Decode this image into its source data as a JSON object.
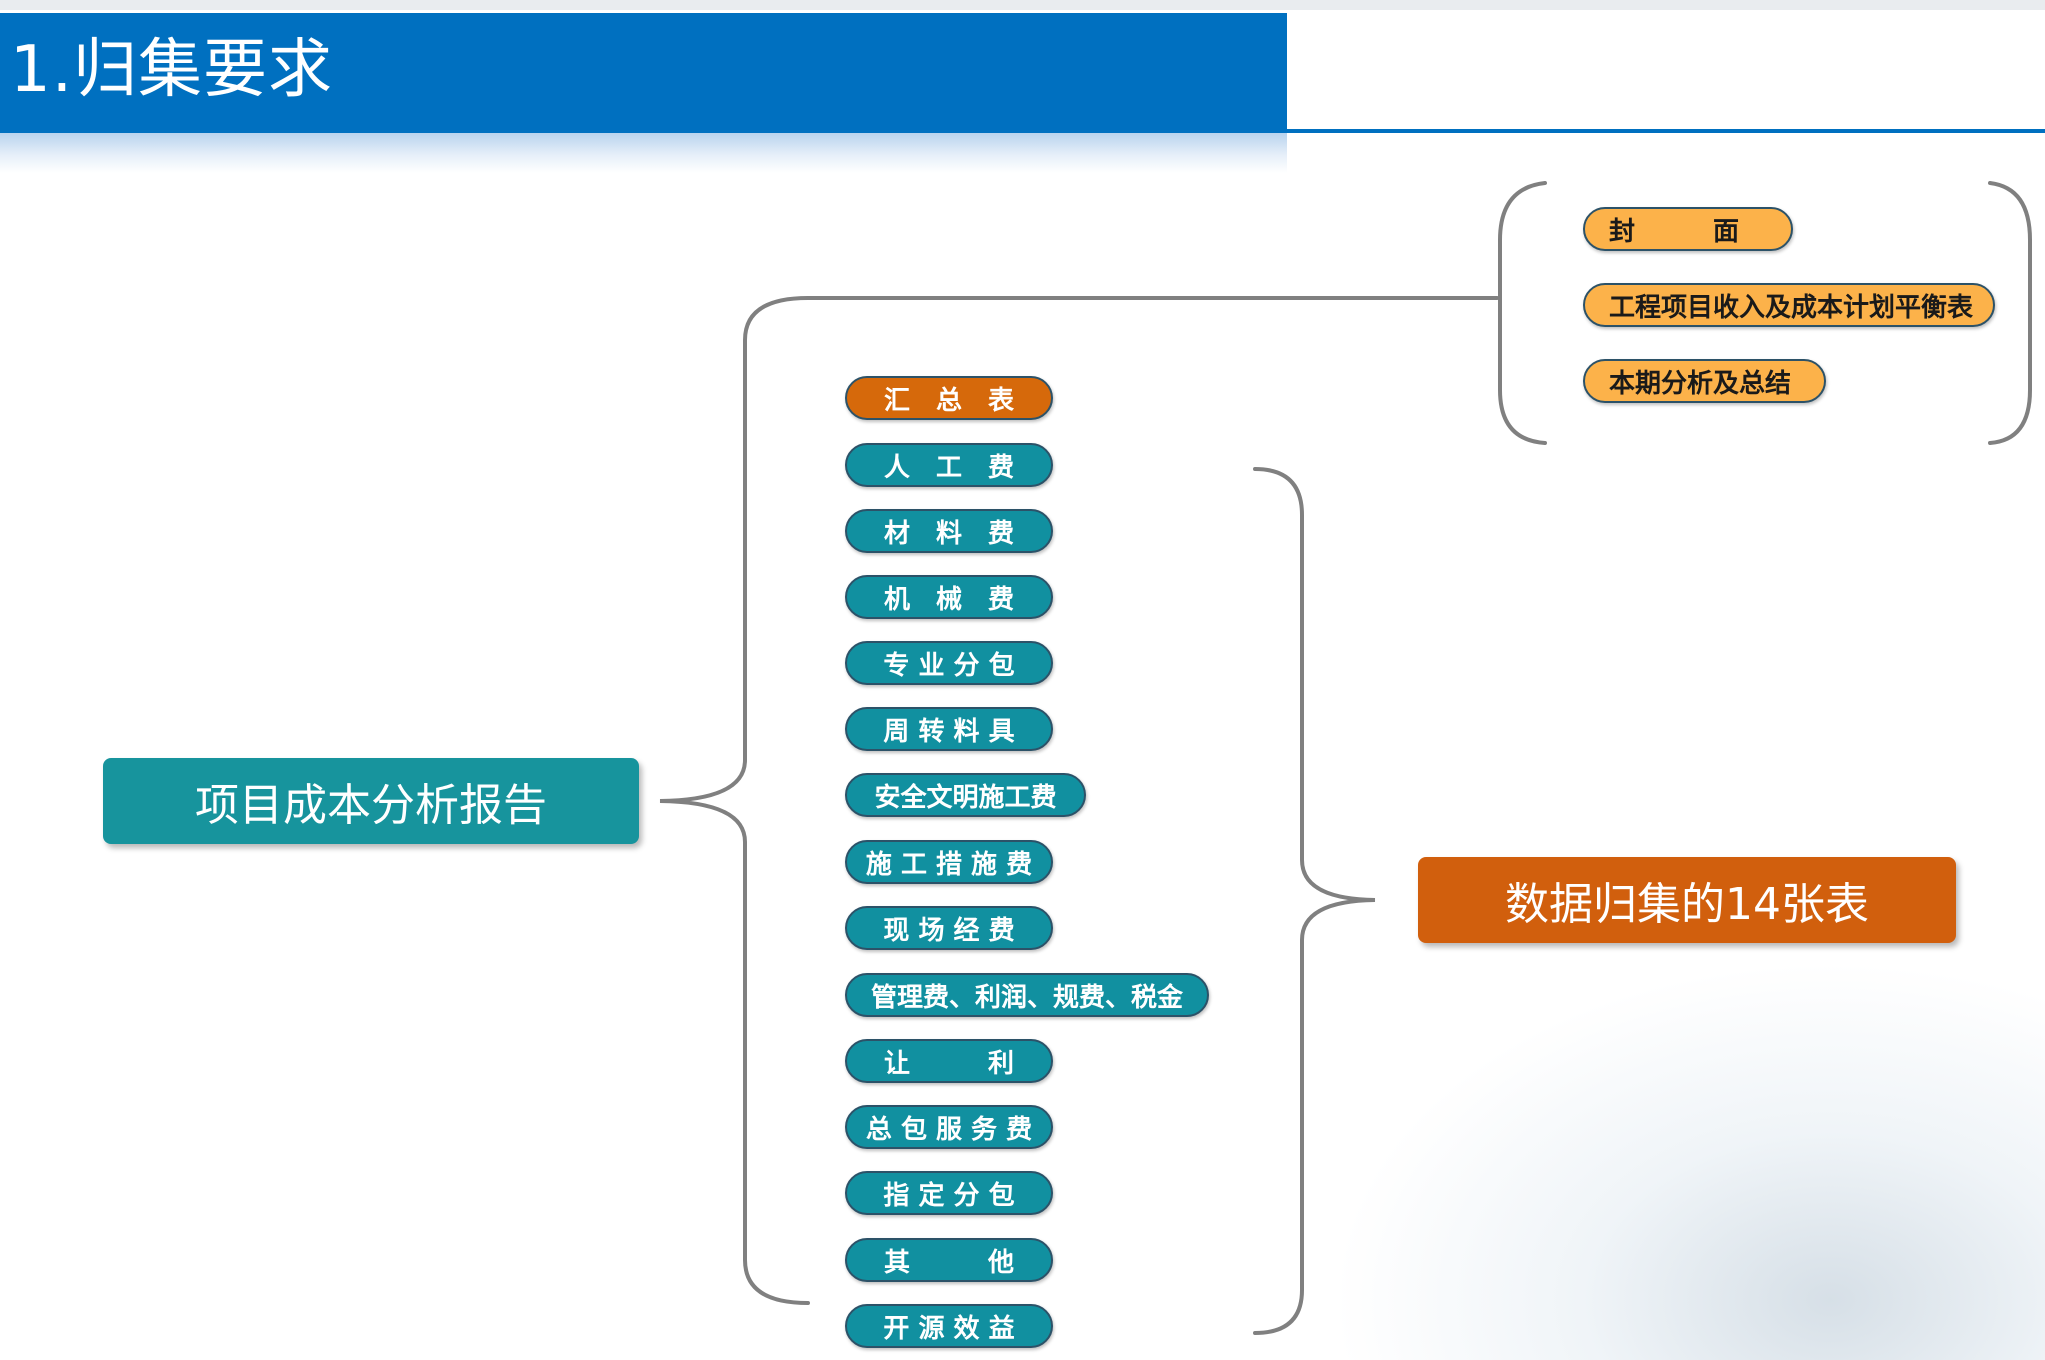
{
  "page": {
    "title": "1.归集要求"
  },
  "main_box": {
    "label": "项目成本分析报告"
  },
  "tables_box": {
    "label": "数据归集的14张表"
  },
  "top_group": [
    {
      "label": "封　　　面"
    },
    {
      "label": "工程项目收入及成本计划平衡表"
    },
    {
      "label": "本期分析及总结"
    }
  ],
  "summary_item": {
    "label": "汇　总　表"
  },
  "table_items": [
    {
      "label": "人　工　费"
    },
    {
      "label": "材　料　费"
    },
    {
      "label": "机　械　费"
    },
    {
      "label": "专 业 分 包"
    },
    {
      "label": "周 转 料 具"
    },
    {
      "label": "安全文明施工费"
    },
    {
      "label": "施 工 措 施 费"
    },
    {
      "label": "现 场 经 费"
    },
    {
      "label": "管理费、利润、规费、税金"
    },
    {
      "label": "让　　　利"
    },
    {
      "label": "总 包 服 务 费"
    },
    {
      "label": "指 定 分 包"
    },
    {
      "label": "其　　　他"
    },
    {
      "label": "开 源 效 益"
    }
  ],
  "colors": {
    "title_bar": "#0070c0",
    "main_box": "#17949d",
    "tables_box": "#d15f0d",
    "pill_teal": "#1190a0",
    "pill_orange": "#d6690b",
    "pill_yellow": "#fcb24a",
    "bracket": "#808080"
  }
}
